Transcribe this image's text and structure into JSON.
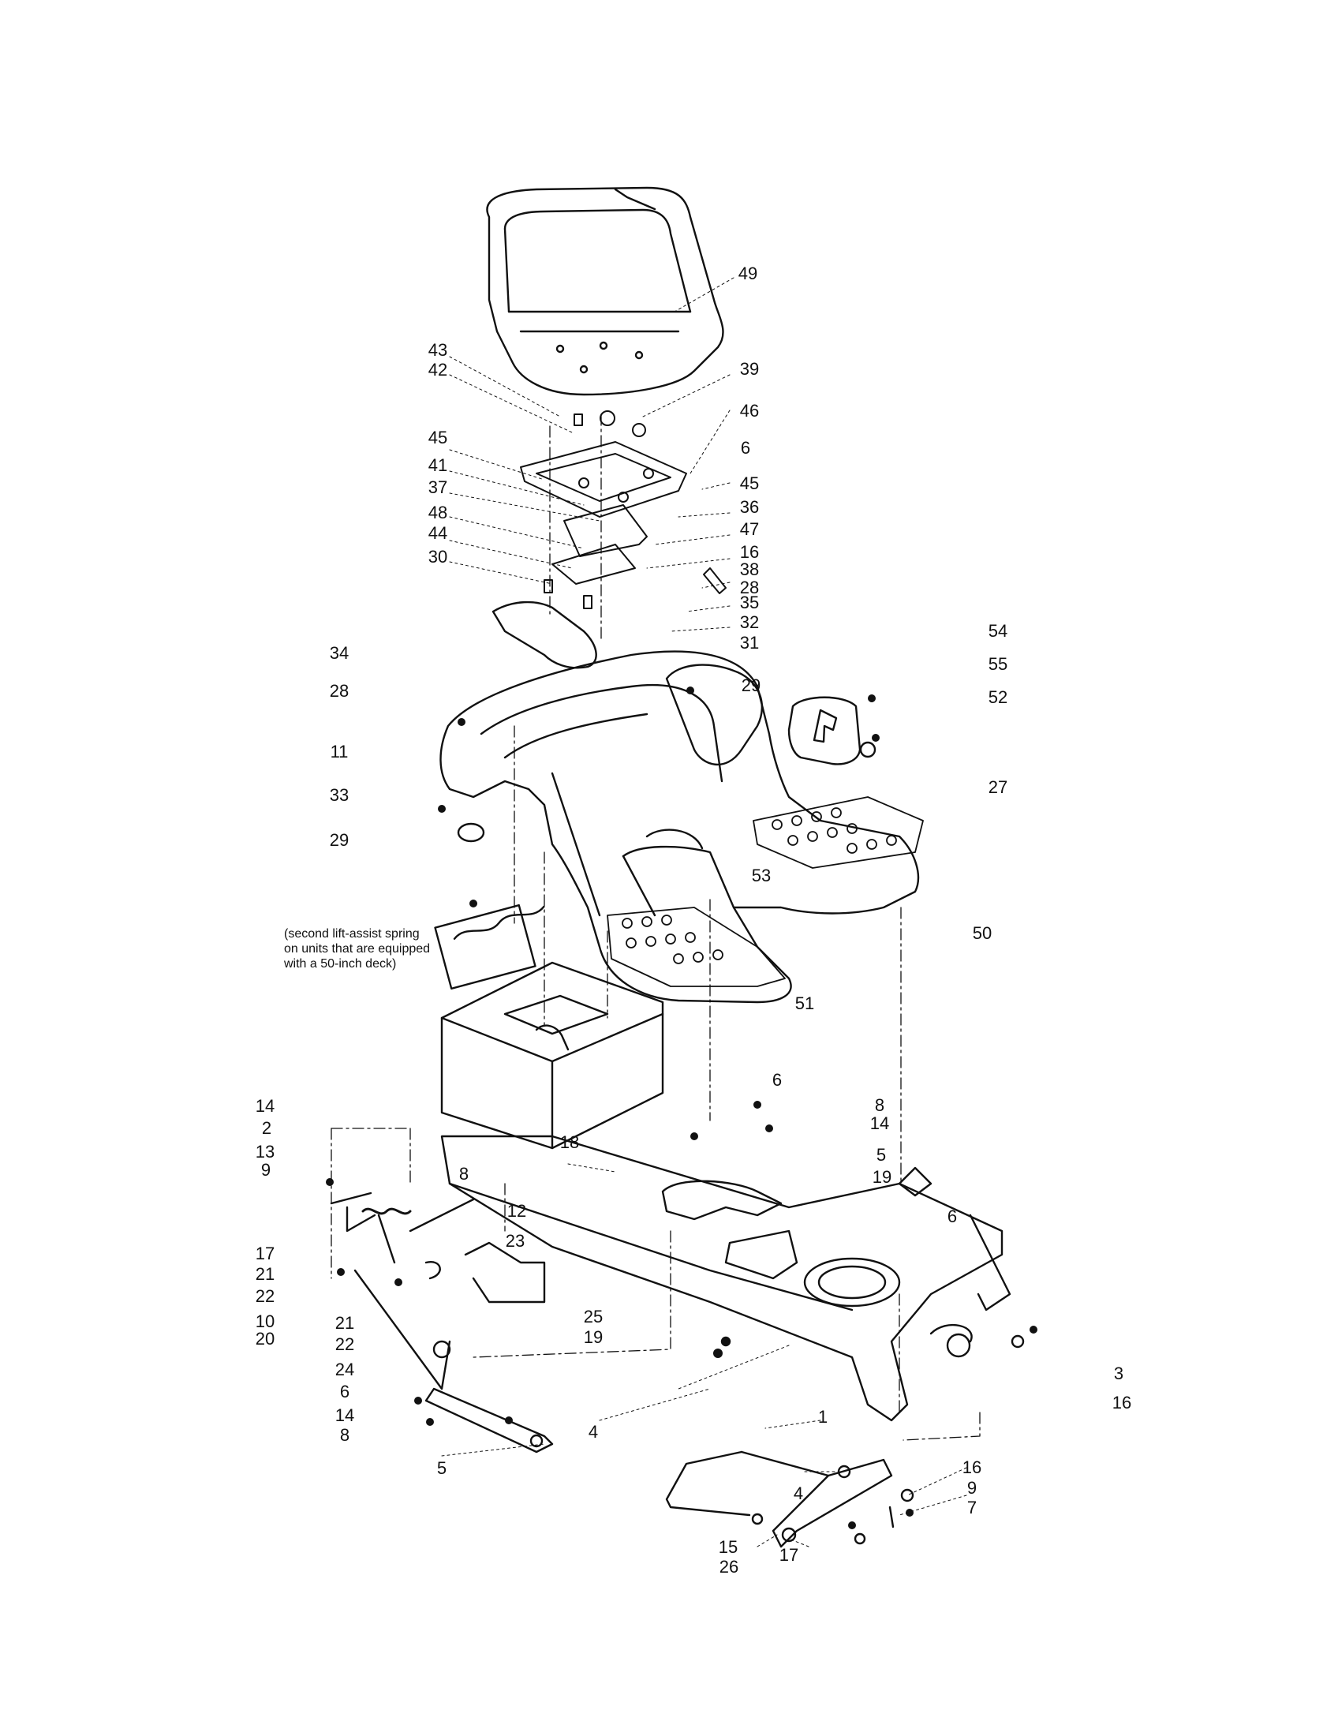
{
  "labels": {
    "l49": "49",
    "l43": "43",
    "l42": "42",
    "l39": "39",
    "l46": "46",
    "l6a": "6",
    "l45a": "45",
    "l41": "41",
    "l37": "37",
    "l45b": "45",
    "l36": "36",
    "l48": "48",
    "l47": "47",
    "l44": "44",
    "l16a": "16",
    "l30": "30",
    "l38": "38",
    "l28a": "28",
    "l35": "35",
    "l32": "32",
    "l31": "31",
    "l54": "54",
    "l34": "34",
    "l55": "55",
    "l28b": "28",
    "l29a": "29",
    "l52": "52",
    "l11": "11",
    "l27": "27",
    "l33": "33",
    "l29b": "29",
    "l53": "53",
    "l50": "50",
    "l51": "51",
    "l6b": "6",
    "l14a": "14",
    "l8a": "8",
    "l2": "2",
    "l14b": "14",
    "l13": "13",
    "l18": "18",
    "l5a": "5",
    "l9a": "9",
    "l8b": "8",
    "l19a": "19",
    "l12": "12",
    "l6c": "6",
    "l17a": "17",
    "l23": "23",
    "l21a": "21",
    "l22a": "22",
    "l25": "25",
    "l10": "10",
    "l21b": "21",
    "l19b": "19",
    "l20": "20",
    "l22b": "22",
    "l24": "24",
    "l3": "3",
    "l6d": "6",
    "l16b": "16",
    "l14c": "14",
    "l1": "1",
    "l8c": "8",
    "l4a": "4",
    "l5b": "5",
    "l16c": "16",
    "l4b": "4",
    "l9b": "9",
    "l7": "7",
    "l15": "15",
    "l17b": "17",
    "l26": "26"
  },
  "note": {
    "line1": "(second lift-assist spring",
    "line2": "on units that are equipped",
    "line3": "with a 50-inch deck)"
  }
}
